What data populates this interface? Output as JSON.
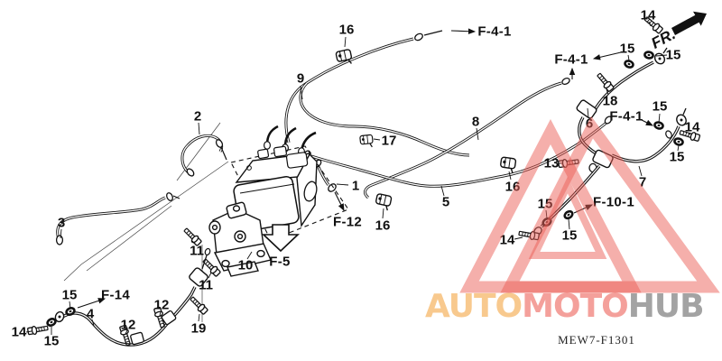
{
  "diagram": {
    "code": "MEW7-F1301",
    "fr_indicator": "FR.",
    "part_labels": [
      "16",
      "9",
      "2",
      "14",
      "15",
      "15",
      "18",
      "8",
      "6",
      "15",
      "14",
      "15",
      "17",
      "13",
      "7",
      "5",
      "16",
      "16",
      "15",
      "15",
      "14",
      "1",
      "10",
      "11",
      "11",
      "3",
      "15",
      "4",
      "12",
      "12",
      "19",
      "14",
      "15"
    ],
    "ref_labels": [
      "F-4-1",
      "F-4-1",
      "F-4-1",
      "F-12",
      "F-5",
      "F-14",
      "F-10-1"
    ],
    "watermark": {
      "triangle_color": "#ee6a61",
      "brand": [
        {
          "text": "AUTO",
          "color": "#f8c98e"
        },
        {
          "text": "MOTO",
          "color": "#f4a09b"
        },
        {
          "text": "HUB",
          "color": "#a3a3a3"
        }
      ]
    }
  }
}
